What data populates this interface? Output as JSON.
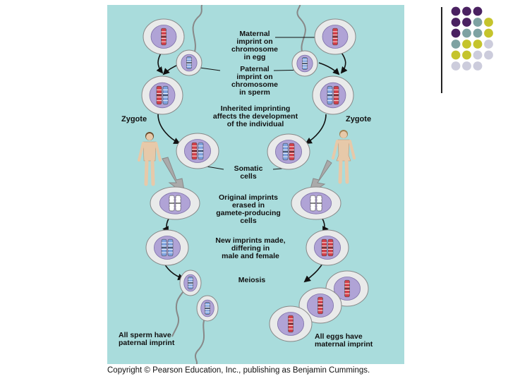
{
  "labels": {
    "maternal_imprint_egg": [
      "Maternal",
      "imprint on",
      "chromosome",
      "in egg"
    ],
    "paternal_imprint_sperm": [
      "Paternal",
      "imprint on",
      "chromosome",
      "in sperm"
    ],
    "zygote_left": "Zygote",
    "zygote_right": "Zygote",
    "inherited_imprinting": [
      "Inherited imprinting",
      "affects the development",
      "of the individual"
    ],
    "somatic_cells": [
      "Somatic",
      "cells"
    ],
    "original_imprints": [
      "Original imprints",
      "erased in",
      "gamete-producing",
      "cells"
    ],
    "new_imprints": [
      "New imprints made,",
      "differing in",
      "male and female"
    ],
    "meiosis": "Meiosis",
    "all_sperm": [
      "All sperm have",
      "paternal imprint"
    ],
    "all_eggs": [
      "All eggs have",
      "maternal imprint"
    ]
  },
  "copyright": "Copyright © Pearson Education, Inc., publishing as Benjamin Cummings.",
  "colors": {
    "panel_bg": "#a9dcdc",
    "cell_fill": "#e9eaea",
    "nucleus_fill": "#b0a3d6",
    "maternal_red": "#d2404a",
    "paternal_blue": "#7fa2df",
    "dot_purple": "#4a2161",
    "dot_teal": "#7ea2a2",
    "dot_olive": "#c5c42c",
    "dot_lavender": "#ccccdc"
  }
}
